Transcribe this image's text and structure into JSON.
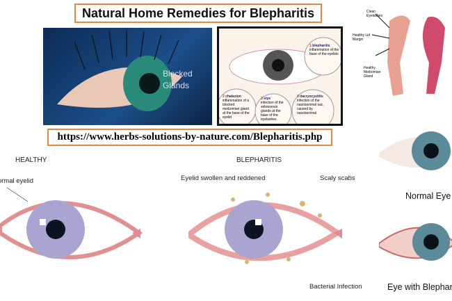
{
  "title": "Natural Home Remedies for Blepharitis",
  "url": "https://www.herbs-solutions-by-nature.com/Blepharitis.php",
  "photo": {
    "label_line1": "Blocked",
    "label_line2": "Glands"
  },
  "diagram": {
    "items": [
      {
        "num": "1",
        "name": "blepharitis",
        "desc": "inflammation of the base of the eyelids"
      },
      {
        "num": "2",
        "name": "chalazion",
        "desc": "inflammation of a blocked meibomian gland at the base of the eyelid"
      },
      {
        "num": "3",
        "name": "stye",
        "desc": "infection of the sebaceous glands at the base of the eyelashes"
      },
      {
        "num": "4",
        "name": "dacryocystitis",
        "desc": "infection of the nasolacrimal sac, caused by nasolacrimal"
      }
    ]
  },
  "lid": {
    "labels": [
      "Clean Eyelashes",
      "Healthy Lid Margin",
      "Healthy Meibomian Gland"
    ]
  },
  "healthy": {
    "heading": "HEALTHY",
    "label": "Normal eyelid"
  },
  "blepharitis": {
    "heading": "BLEPHARITIS",
    "label_swollen": "Eyelid swollen and reddened",
    "label_scabs": "Scaly scabs",
    "label_infection": "Bacterial Infection"
  },
  "photos": {
    "normal": "Normal Eye",
    "blepharitis": "Eye with Blepharitis"
  }
}
